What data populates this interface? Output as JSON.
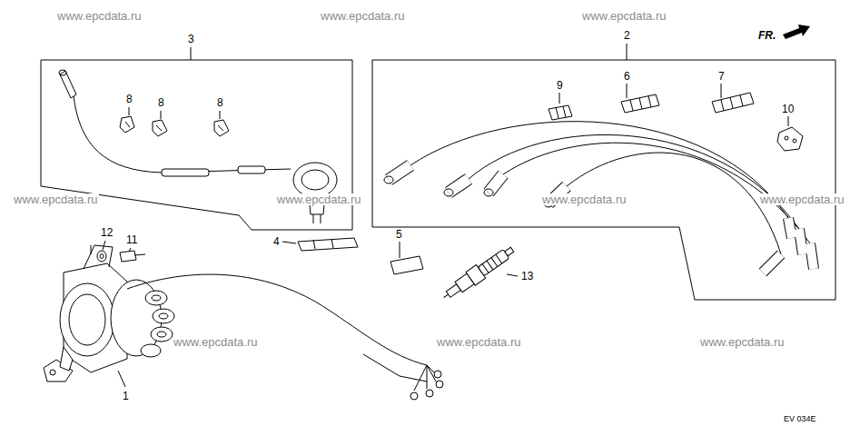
{
  "diagram": {
    "labels": [
      "www.epcdata.ru",
      "www.epcdata.ru",
      "www.epcdata.ru",
      "3",
      "2",
      "FR.",
      "8",
      "8",
      "8",
      "9",
      "6",
      "7",
      "10",
      "www.epcdata.ru",
      "www.epcdata.ru",
      "www.epcdata.ru",
      "www.epcdata.ru",
      "12",
      "11",
      "4",
      "5",
      "13",
      "www.epcdata.ru",
      "www.epcdata.ru",
      "www.epcdata.ru",
      "1",
      "EV 034E"
    ]
  }
}
